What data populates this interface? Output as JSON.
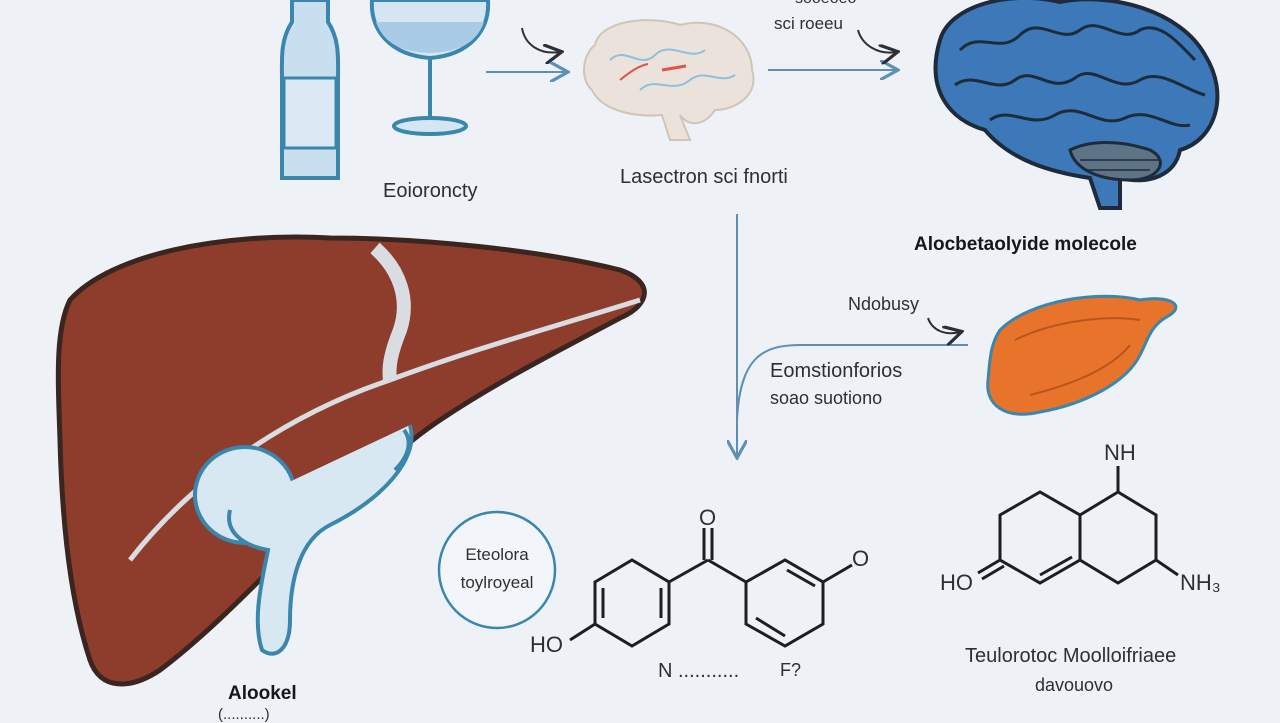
{
  "labels": {
    "top_cut": "sooeoeo",
    "brain_note": "sci roeeu",
    "bottle_caption": "Eoioroncty",
    "small_brain_caption": "Lasectron sci fnorti",
    "big_brain_caption": "Alocbetaolyide molecole",
    "nadbusy": "Ndobusy",
    "process_line1": "Eomstionforios",
    "process_line2": "soao suotiono",
    "circle_line1": "Eteolora",
    "circle_line2": "toylroyeal",
    "molecule1_o_top": "O",
    "molecule1_o_right": "O",
    "molecule1_ho": "HO",
    "molecule1_caption": "N ...........",
    "molecule1_sub": "F?",
    "molecule2_nh_top": "NH",
    "molecule2_ho": "HO",
    "molecule2_nh3": "NH₃",
    "molecule2_caption_line1": "Teulorotoc Moolloifriaee",
    "molecule2_caption_line2": "davouovo",
    "liver_caption": "Alookel",
    "liver_sub": "(..........)"
  },
  "colors": {
    "background": "#eef2f6",
    "liver": "#8e3d2c",
    "liver_outline": "#3a2520",
    "gallbladder": "#d7e8f3",
    "duct": "#3b86ad",
    "brain_blue": "#3d79b8",
    "brain_outline": "#1e2b3a",
    "small_brain": "#ebe3db",
    "organ_orange": "#e8732a",
    "arrow": "#5f8fb3",
    "molecule_line": "#1b1e22"
  },
  "icons": [
    "bottle-icon",
    "wine-glass-icon",
    "brain-icon",
    "liver-icon",
    "organ-icon",
    "molecule-icon"
  ]
}
